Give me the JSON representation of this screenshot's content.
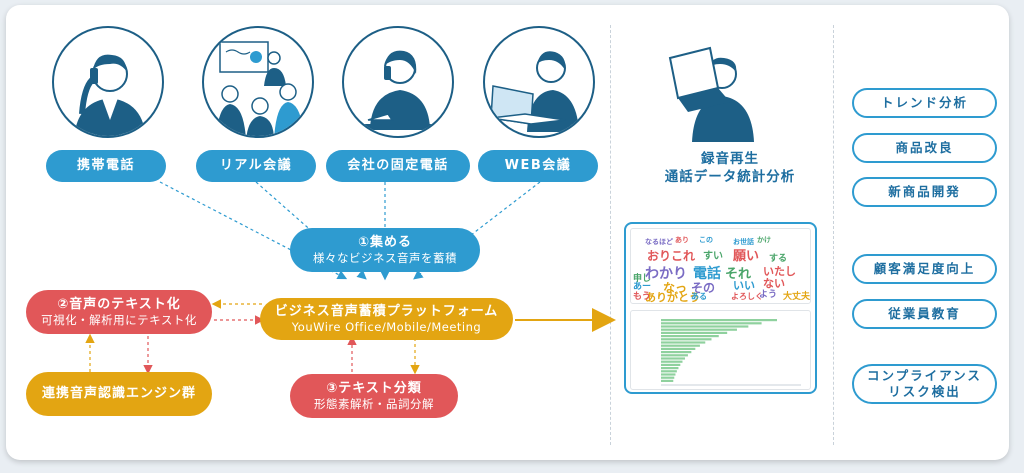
{
  "sources": [
    {
      "label": "携帯電話"
    },
    {
      "label": "リアル会議"
    },
    {
      "label": "会社の固定電話"
    },
    {
      "label": "WEB会議"
    }
  ],
  "collect": {
    "title": "①集める",
    "sub": "様々なビジネス音声を蓄積"
  },
  "platform": {
    "title": "ビジネス音声蓄積プラットフォーム",
    "sub": "YouWire Office/Mobile/Meeting"
  },
  "text_conv": {
    "title": "②音声のテキスト化",
    "sub": "可視化・解析用にテキスト化"
  },
  "engines": {
    "title": "連携音声認識エンジン群"
  },
  "classify": {
    "title": "③テキスト分類",
    "sub": "形態素解析・品詞分解"
  },
  "analysis": {
    "line1": "録音再生",
    "line2": "通話データ統計分析"
  },
  "word_cloud": [
    "なるほど",
    "あり",
    "この",
    "お世話",
    "かけ",
    "おりこれ",
    "すい",
    "願い",
    "わかり",
    "電話",
    "それ",
    "いたし",
    "する",
    "なっ",
    "その",
    "いい",
    "ない",
    "ありがとう",
    "ある",
    "よう",
    "大丈夫",
    "あー",
    "もう",
    "申し",
    "よろしく"
  ],
  "outcomes": [
    {
      "label": "トレンド分析"
    },
    {
      "label": "商品改良"
    },
    {
      "label": "新商品開発"
    },
    {
      "label": "顧客満足度向上"
    },
    {
      "label": "従業員教育"
    },
    {
      "label": "コンプライアンス\nリスク検出"
    }
  ],
  "colors": {
    "blue": "#2e9bd0",
    "red": "#e15759",
    "gold": "#e3a512",
    "navy": "#1d5f86"
  }
}
